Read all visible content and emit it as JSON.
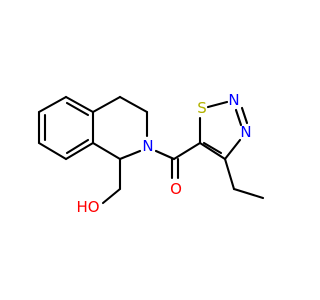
{
  "molecule": {
    "atoms": {
      "n_ring": {
        "symbol": "N",
        "color": "#0000ff"
      },
      "o_carbonyl": {
        "symbol": "O",
        "color": "#ff0000"
      },
      "s_thiadiazole": {
        "symbol": "S",
        "color": "#b2b200"
      },
      "n_thiadiazole_2": {
        "symbol": "N",
        "color": "#0000ff"
      },
      "n_thiadiazole_3": {
        "symbol": "N",
        "color": "#0000ff"
      },
      "oh_hydroxyl": {
        "symbol": "HO",
        "color": "#ff0000"
      }
    },
    "bond_color": "#000000"
  }
}
